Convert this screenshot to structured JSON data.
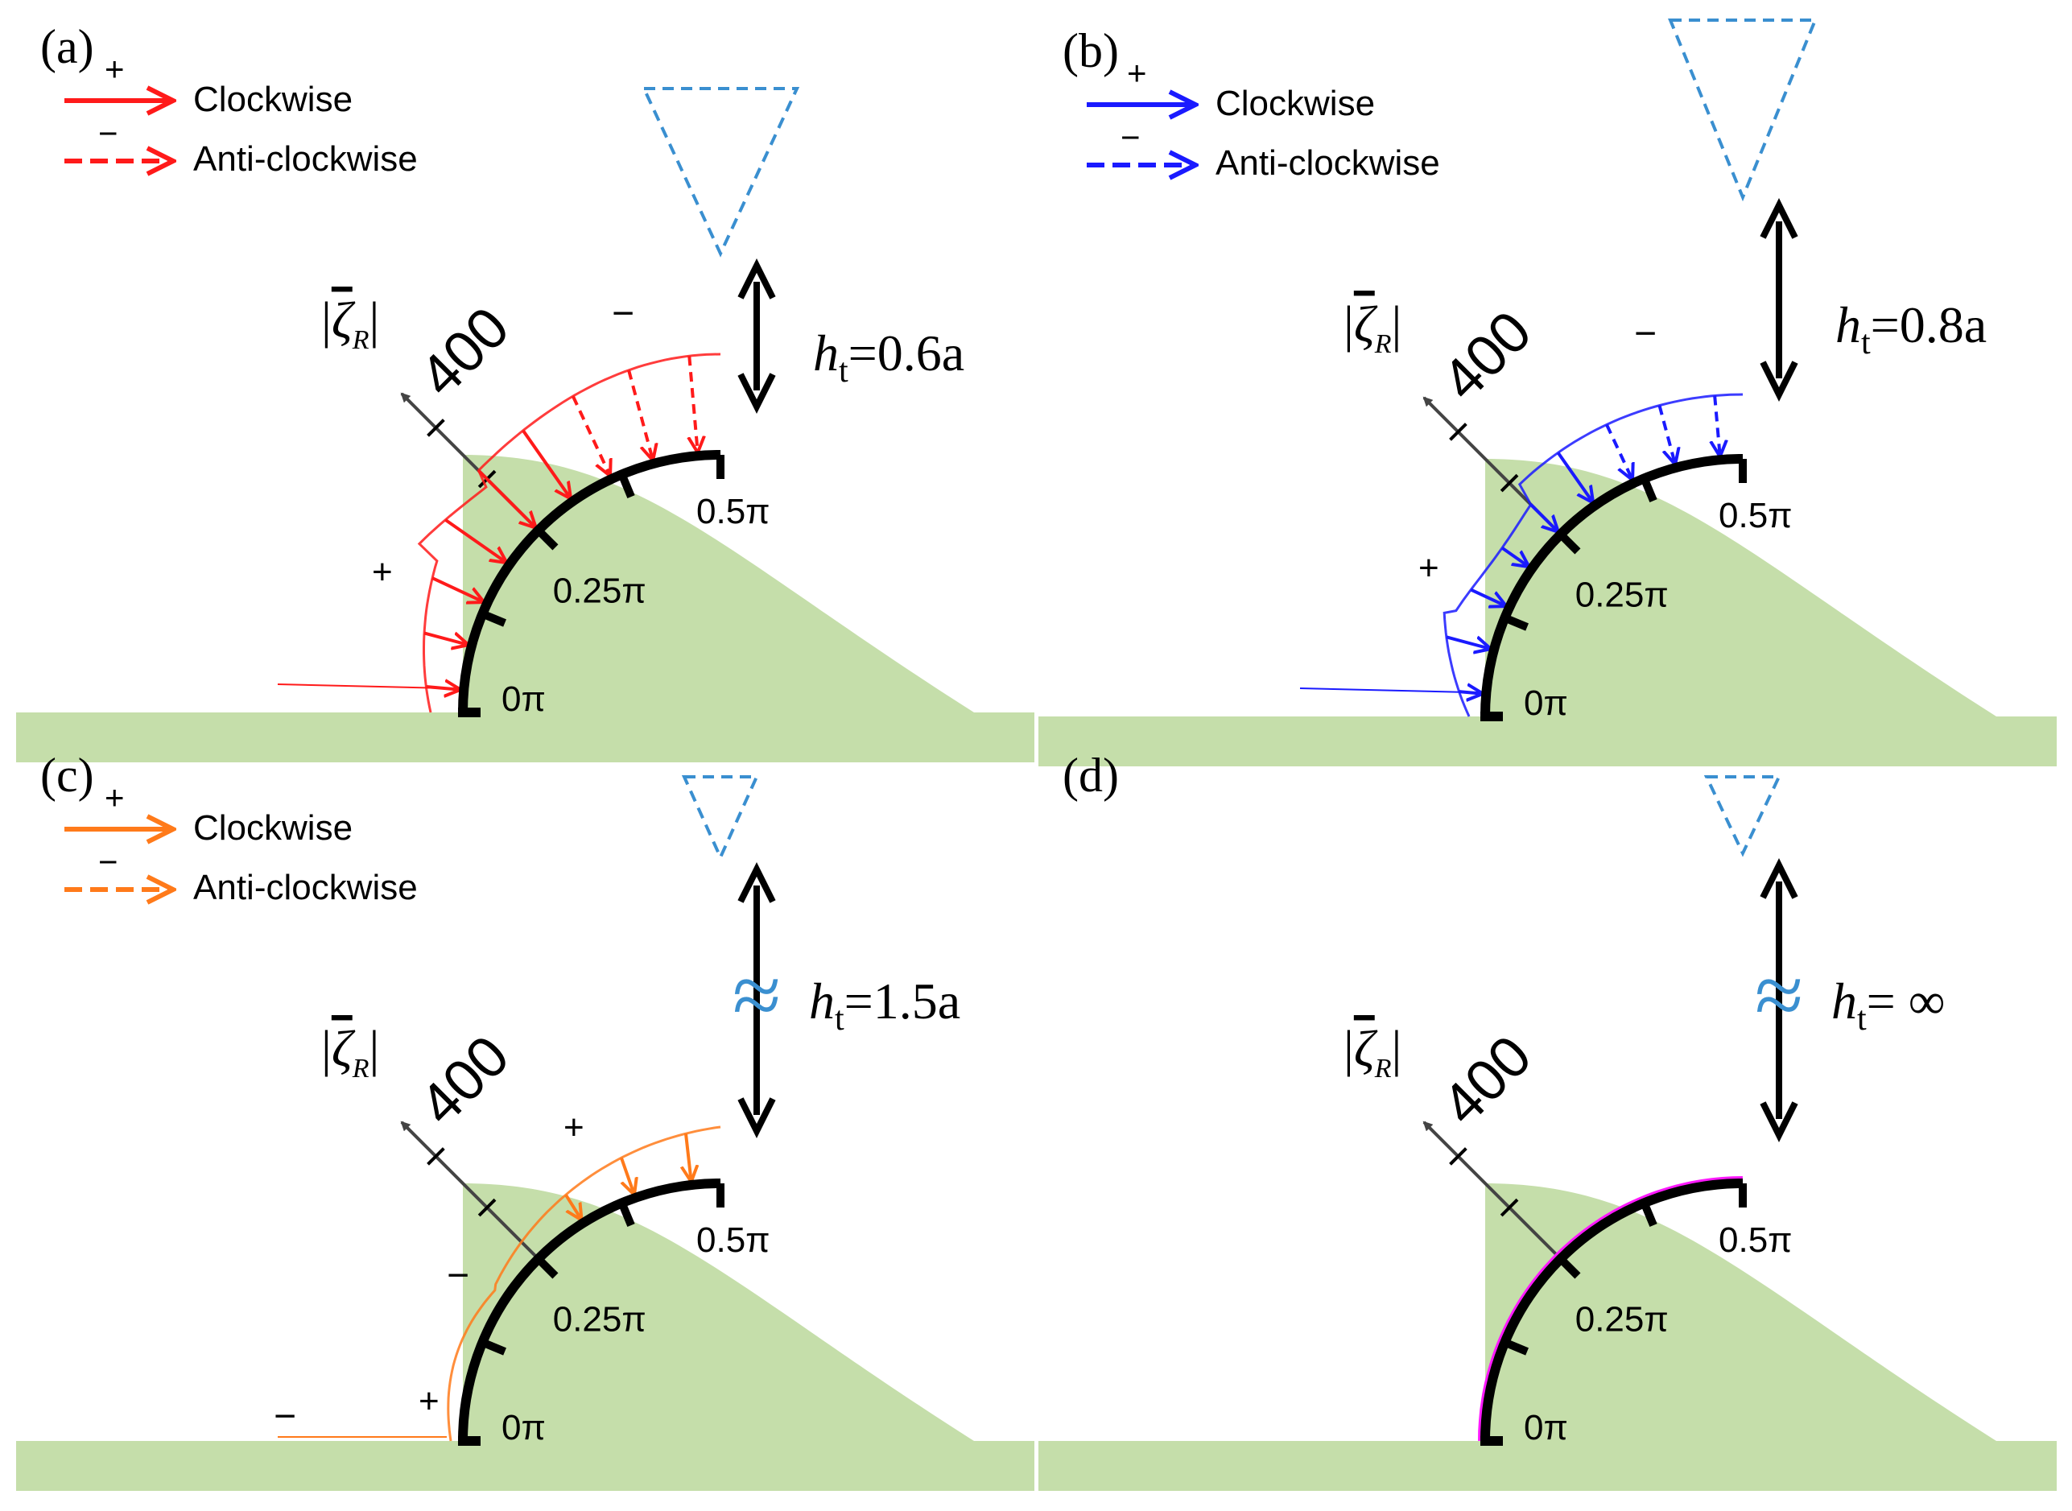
{
  "figure": {
    "tick_labels": {
      "zero": "0π",
      "quarter": "0.25π",
      "half": "0.5π"
    },
    "axis_label": "|ζ̄R|",
    "axis_value": "400",
    "legend": {
      "plus": "+",
      "minus": "−",
      "clockwise": "Clockwise",
      "anticlockwise": "Anti-clockwise"
    },
    "panels": [
      {
        "id": "a",
        "label": "(a)",
        "color": "#ff1a1a",
        "ht_value": "=0.6a",
        "has_legend": true
      },
      {
        "id": "b",
        "label": "(b)",
        "color": "#1a1aff",
        "ht_value": "=0.8a",
        "has_legend": true
      },
      {
        "id": "c",
        "label": "(c)",
        "color": "#ff7a1a",
        "ht_value": "=1.5a",
        "has_legend": true,
        "break_symbol": "≈"
      },
      {
        "id": "d",
        "label": "(d)",
        "color": "#ff1aff",
        "ht_value": "= ∞",
        "has_legend": false,
        "break_symbol": "≈"
      }
    ],
    "colors": {
      "ground": "#c5deaa",
      "tip": "#3a8fd0",
      "axis": "#000000"
    }
  }
}
